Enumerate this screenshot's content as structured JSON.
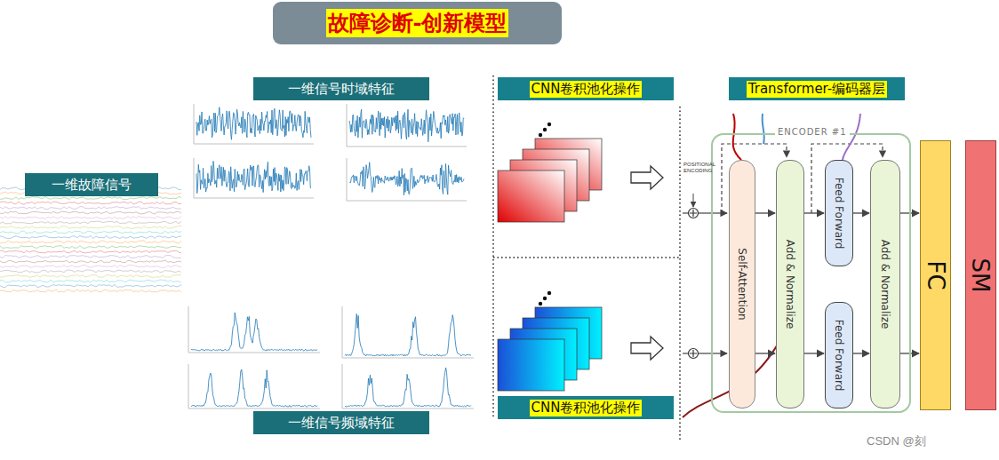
{
  "diagram": {
    "title": "故障诊断-创新模型",
    "nodes": [
      {
        "text": [
          "一维故障信号"
        ]
      },
      {
        "text": [
          "一维信号时域特征"
        ]
      },
      {
        "text": [
          "一维信号频域特征"
        ]
      },
      {
        "text": [
          "CNN卷积池化操作"
        ]
      },
      {
        "text": [
          "CNN卷积池化操作"
        ]
      },
      {
        "text": [
          "Transformer-编码器层"
        ]
      },
      {
        "text": [
          "ENCODER #1"
        ]
      },
      {
        "text": [
          "Self-Attention"
        ],
        "in": 6
      },
      {
        "text": [
          "Add & Normalize"
        ],
        "in": 6
      },
      {
        "text": [
          "Feed Forward"
        ],
        "in": 6
      },
      {
        "text": [
          "Feed Forward"
        ],
        "in": 6
      },
      {
        "text": [
          "Add & Normalize"
        ],
        "in": 6
      },
      {
        "text": [
          "FC"
        ]
      },
      {
        "text": [
          "SM"
        ]
      }
    ],
    "edges": [
      {
        "from": 7,
        "to": 8,
        "arrow": "to"
      },
      {
        "from": 7,
        "to": 8,
        "arrow": "to"
      },
      {
        "from": 8,
        "to": 9,
        "arrow": "to"
      },
      {
        "from": 8,
        "to": 10,
        "arrow": "to"
      },
      {
        "from": 9,
        "to": 11,
        "arrow": "to"
      },
      {
        "from": 10,
        "to": 11,
        "arrow": "to"
      },
      {
        "from": 11,
        "to": 12,
        "arrow": "to"
      },
      {
        "from": 11,
        "to": 12,
        "arrow": "to"
      }
    ],
    "labels": [
      "POSITIONAL ENCODING",
      "CSDN @刻"
    ]
  }
}
